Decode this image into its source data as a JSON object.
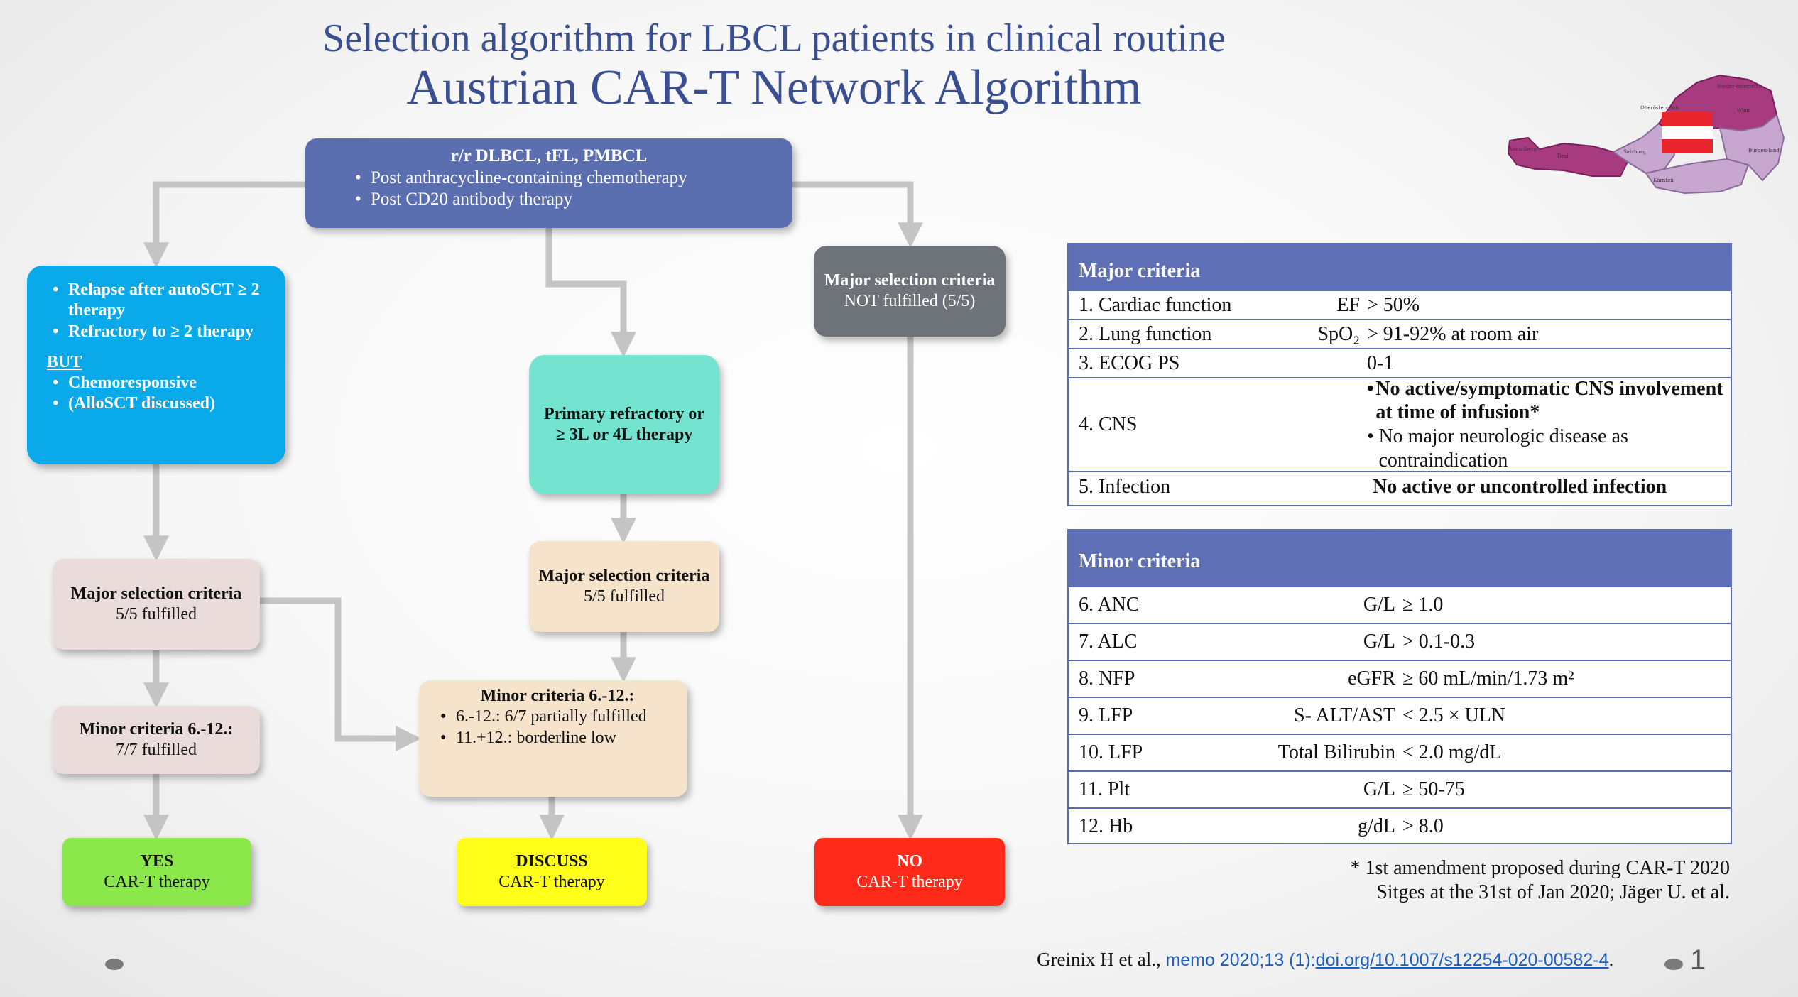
{
  "title": {
    "line1": "Selection algorithm for LBCL patients  in clinical routine",
    "line2": "Austrian CAR-T Network Algorithm"
  },
  "flow": {
    "top": {
      "heading": "r/r DLBCL, tFL, PMBCL",
      "bullets": [
        "Post anthracycline-containing chemotherapy",
        "Post CD20 antibody therapy"
      ]
    },
    "relapse": {
      "bullets_top": [
        "Relapse after autoSCT ≥ 2 therapy",
        "Refractory to ≥ 2 therapy"
      ],
      "but": "BUT",
      "bullets_bottom": [
        "Chemoresponsive",
        "(AlloSCT discussed)"
      ]
    },
    "refractory": {
      "text": "Primary refractory or ≥ 3L or 4L therapy"
    },
    "not_fulfilled": {
      "heading": "Major selection criteria",
      "sub": "NOT fulfilled (5/5)"
    },
    "major_left": {
      "heading": "Major selection criteria",
      "sub": "5/5 fulfilled"
    },
    "major_mid": {
      "heading": "Major selection criteria",
      "sub": "5/5 fulfilled"
    },
    "minor_left": {
      "heading": "Minor criteria 6.-12.:",
      "sub": "7/7 fulfilled"
    },
    "minor_mid": {
      "heading": "Minor criteria 6.-12.:",
      "bullets": [
        "6.-12.: 6/7 partially fulfilled",
        "11.+12.: borderline low"
      ]
    },
    "yes": {
      "heading": "YES",
      "sub": "CAR-T therapy"
    },
    "discuss": {
      "heading": "DISCUSS",
      "sub": "CAR-T therapy"
    },
    "no": {
      "heading": "NO",
      "sub": "CAR-T therapy"
    }
  },
  "major_table": {
    "header": "Major criteria",
    "rows": [
      {
        "name": "1. Cardiac function",
        "param": "EF",
        "value": "> 50%"
      },
      {
        "name": "2. Lung function",
        "param": "SpO₂",
        "value": "> 91-92% at room air"
      },
      {
        "name": "3. ECOG PS",
        "param": "",
        "value": "0-1"
      },
      {
        "name": "4. CNS",
        "param": "",
        "value_items": [
          "No active/symptomatic CNS involvement at time of infusion*",
          "No major neurologic disease as contraindication"
        ]
      },
      {
        "name": "5. Infection",
        "param": "",
        "value": "No active or uncontrolled infection"
      }
    ]
  },
  "minor_table": {
    "header": "Minor criteria",
    "rows": [
      {
        "name": "6. ANC",
        "param": "G/L",
        "value": "≥ 1.0"
      },
      {
        "name": "7. ALC",
        "param": "G/L",
        "value": "> 0.1-0.3"
      },
      {
        "name": "8. NFP",
        "param": "eGFR",
        "value": "≥ 60 mL/min/1.73 m²"
      },
      {
        "name": "9. LFP",
        "param": "S- ALT/AST",
        "value": "< 2.5 × ULN"
      },
      {
        "name": "10. LFP",
        "param": "Total Bilirubin",
        "value": "< 2.0 mg/dL"
      },
      {
        "name": "11. Plt",
        "param": "G/L",
        "value": "≥ 50-75"
      },
      {
        "name": "12. Hb",
        "param": "g/dL",
        "value": "> 8.0"
      }
    ]
  },
  "footnote": {
    "line1": "* 1st amendment proposed during CAR-T 2020",
    "line2": "Sitges at the 31st of Jan 2020; Jäger U. et al."
  },
  "citation": {
    "authors": "Greinix H et al.,",
    "source": "memo 2020;13 (1):",
    "doi": "doi.org/10.1007/s12254-020-00582-4",
    "end": "."
  },
  "page_number": "1",
  "map": {
    "regions": [
      "Nieder-österreich",
      "Oberösterreich",
      "Wien",
      "Vorarlberg",
      "Tirol",
      "Salzburg",
      "Burgen-land",
      "Kärnten"
    ]
  },
  "colors": {
    "title": "#3a4f91",
    "top_box": "#5b6fb0",
    "relapse_box": "#0aaaea",
    "refractory_box": "#74e4d0",
    "not_fulfilled_box": "#6d7378",
    "criteria_left": "#eadcdb",
    "criteria_mid": "#f6e3cc",
    "yes": "#8ae84a",
    "discuss": "#ffff1a",
    "no": "#ff2a1a",
    "table_header": "#5e6fb5",
    "connector": "#c4c4c4"
  }
}
